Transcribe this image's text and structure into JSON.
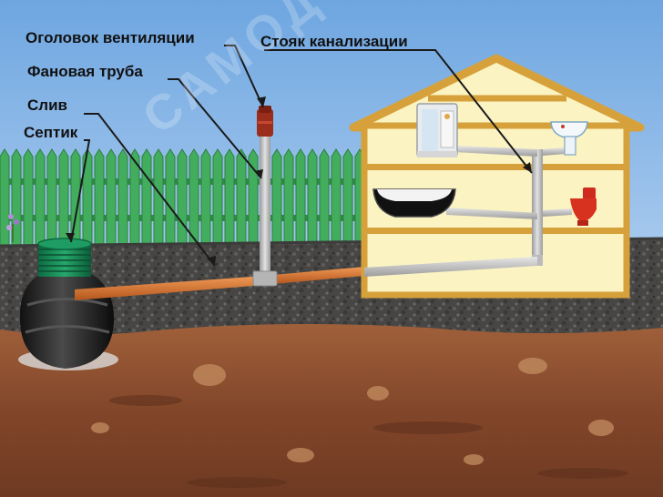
{
  "labels": {
    "vent_head": "Оголовок вентиляции",
    "fan_pipe": "Фановая труба",
    "drain": "Слив",
    "septic": "Септик",
    "sewer_stack": "Стояк канализации"
  },
  "watermark": "САМОДОМ",
  "colors": {
    "sky": "#7fb0e3",
    "fence": "#3fa65a",
    "house_wall": "#fbf3c2",
    "house_frame": "#d6a13a",
    "topsoil": "#4a4a48",
    "clay": "#8a4f2e",
    "pipe_orange": "#d2732f",
    "pipe_grey": "#b9b9b9",
    "septic_green": "#1a8b5a",
    "septic_body": "#222222"
  },
  "icons": [
    "shower-cabin-icon",
    "washbasin-icon",
    "bathtub-icon",
    "toilet-icon",
    "septic-tank-icon",
    "vent-cap-icon"
  ]
}
